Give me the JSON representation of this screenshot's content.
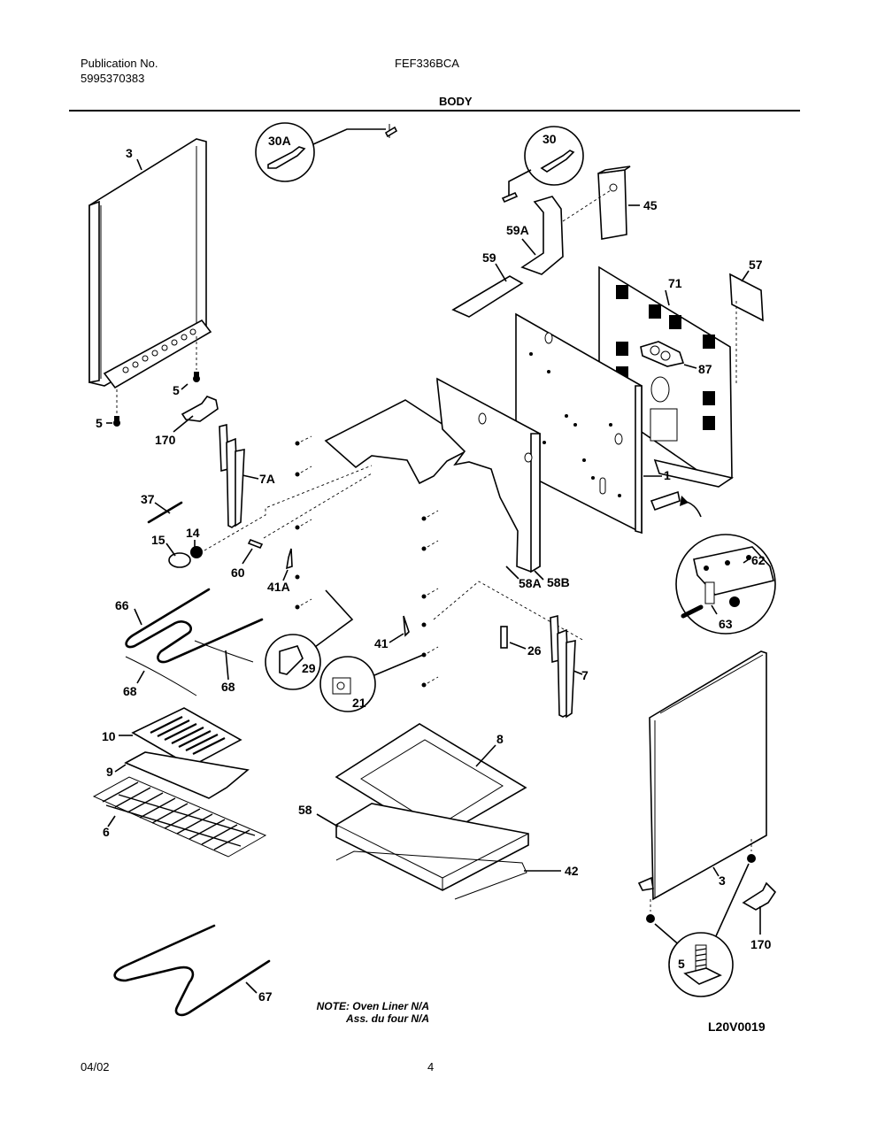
{
  "header": {
    "publication_label": "Publication No.",
    "publication_number": "5995370383",
    "model": "FEF336BCA",
    "section_title": "BODY"
  },
  "footer": {
    "date": "04/02",
    "page_number": "4",
    "drawing_code": "L20V0019"
  },
  "note": {
    "line1": "NOTE: Oven Liner N/A",
    "line2": "Ass. du four N/A"
  },
  "parts": {
    "p1": "1",
    "p3_left": "3",
    "p3_right": "3",
    "p5_a": "5",
    "p5_b": "5",
    "p5_detail": "5",
    "p6": "6",
    "p7": "7",
    "p7a": "7A",
    "p8": "8",
    "p9": "9",
    "p10": "10",
    "p14": "14",
    "p15": "15",
    "p21": "21",
    "p26": "26",
    "p29": "29",
    "p30": "30",
    "p30a": "30A",
    "p37": "37",
    "p41": "41",
    "p41a": "41A",
    "p42": "42",
    "p45": "45",
    "p57": "57",
    "p58": "58",
    "p58a": "58A",
    "p58b": "58B",
    "p59": "59",
    "p59a": "59A",
    "p60": "60",
    "p62": "62",
    "p63": "63",
    "p66": "66",
    "p67": "67",
    "p68_a": "68",
    "p68_b": "68",
    "p71": "71",
    "p87": "87",
    "p170_left": "170",
    "p170_right": "170"
  }
}
